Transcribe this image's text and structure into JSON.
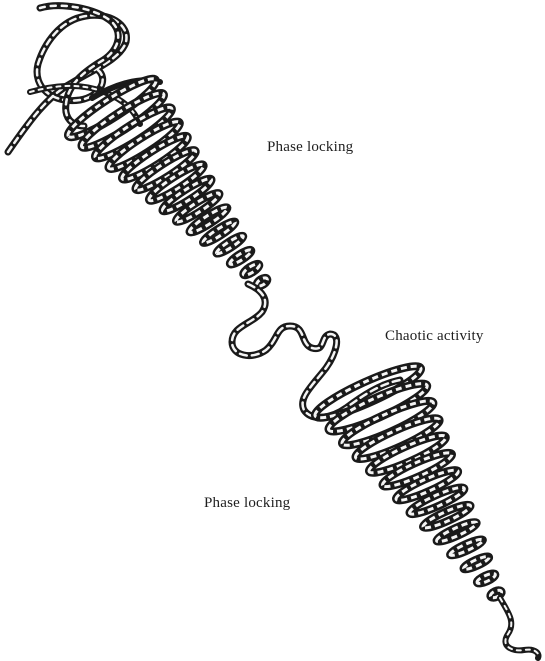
{
  "labels": {
    "phase_locking_top": "Phase locking",
    "chaotic_activity": "Chaotic activity",
    "phase_locking_bottom": "Phase locking"
  },
  "colors": {
    "ribbon_dark": "#1a1a1a",
    "ribbon_light": "#f4f4f4",
    "background": "#ffffff"
  }
}
